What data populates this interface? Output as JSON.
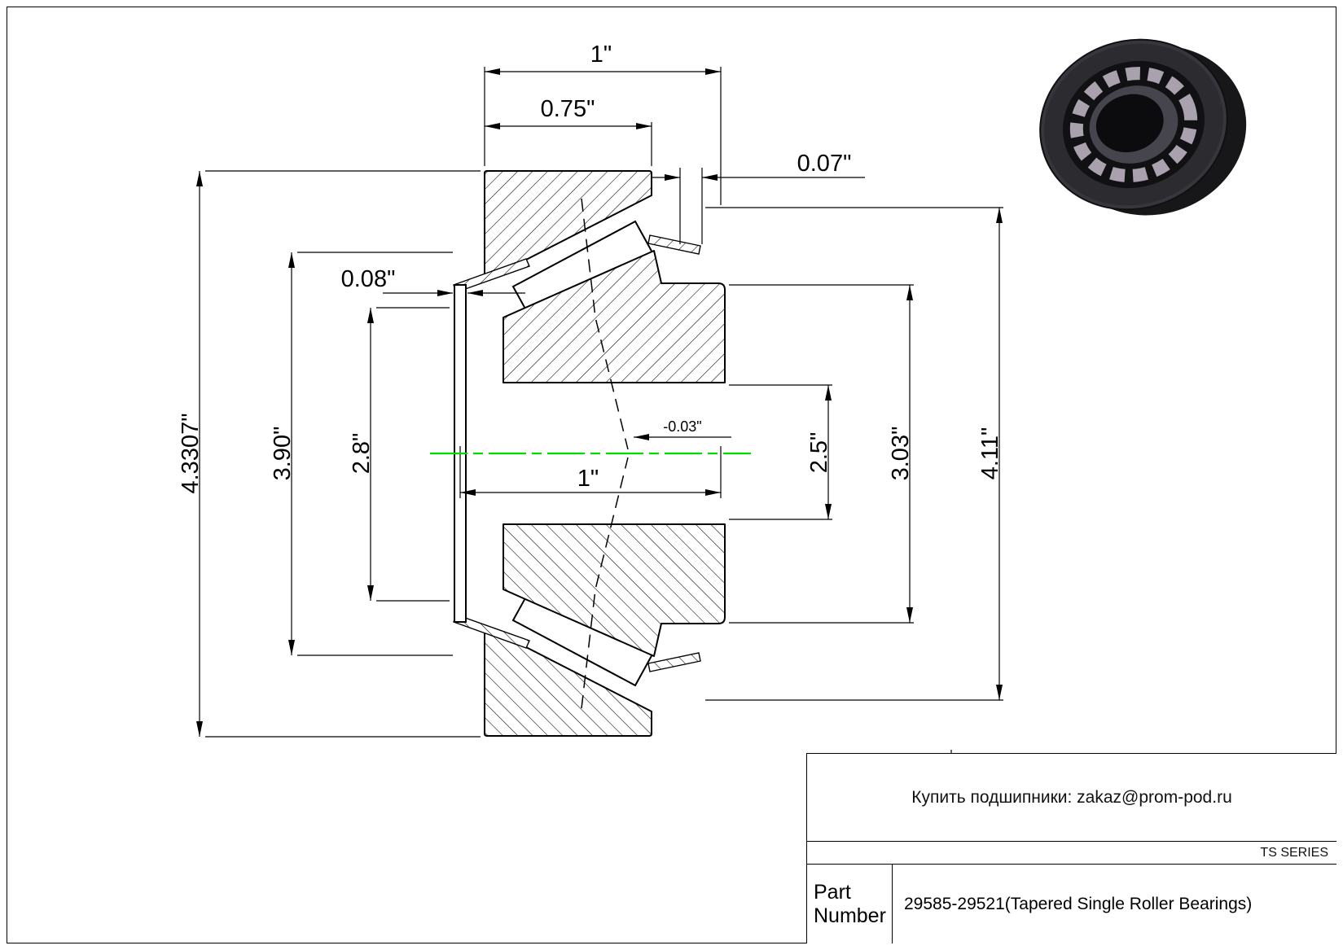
{
  "drawing": {
    "centerline_color": "#00dd00",
    "dimensions": {
      "width_total": "1\"",
      "width_cup": "0.75\"",
      "offset_007": "0.07\"",
      "thickness_008": "0.08\"",
      "dia_43307": "4.3307\"",
      "dia_390": "3.90\"",
      "dia_28": "2.8\"",
      "length_bore": "1\"",
      "tol_003": "-0.03\"",
      "dia_25": "2.5\"",
      "dia_303": "3.03\"",
      "dia_411": "4.11\""
    }
  },
  "title_block": {
    "contact": "Купить подшипники: zakaz@prom-pod.ru",
    "series_label": "TS SERIES",
    "part_number_label_line1": "Part",
    "part_number_label_line2": "Number",
    "part_number_value": "29585-29521(Tapered Single Roller Bearings)"
  }
}
